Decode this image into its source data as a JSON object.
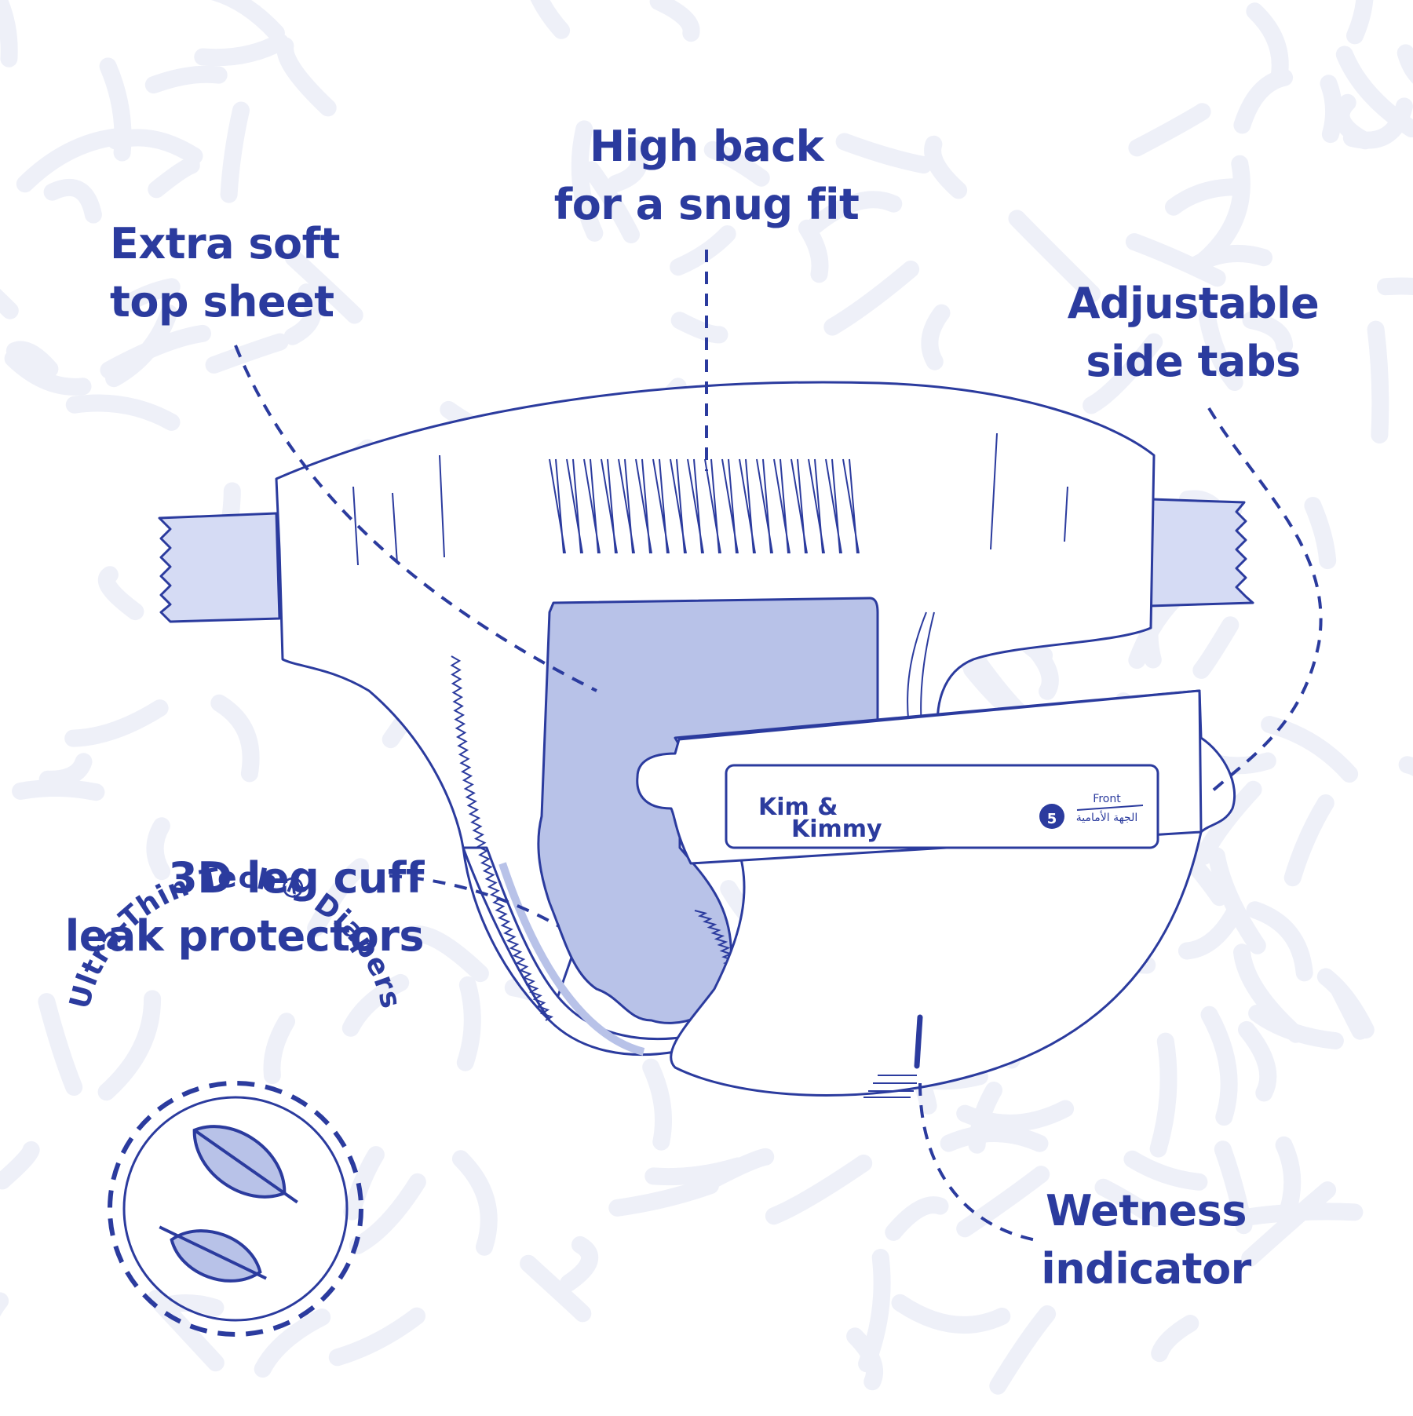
{
  "colors": {
    "ink": "#2b3b9e",
    "pad_fill": "#b8c2e8",
    "tab_fill": "#d5dbf4",
    "pattern": "#eef0f8",
    "background": "#ffffff"
  },
  "callouts": {
    "high_back": [
      "High back",
      "for a snug fit"
    ],
    "top_sheet": [
      "Extra soft",
      "top sheet"
    ],
    "side_tabs": [
      "Adjustable",
      "side tabs"
    ],
    "leg_cuff": [
      "3D leg cuff",
      "leak protectors"
    ],
    "wetness": [
      "Wetness",
      "indicator"
    ]
  },
  "waistband": {
    "brand_line1": "Kim &",
    "brand_line2": "Kimmy",
    "size": "5",
    "front_label": "Front",
    "front_label_arabic": "الجهة الأمامية"
  },
  "badge": {
    "text": "Ultra-Thin Tech® Diapers",
    "icon": "leaf-icon"
  }
}
